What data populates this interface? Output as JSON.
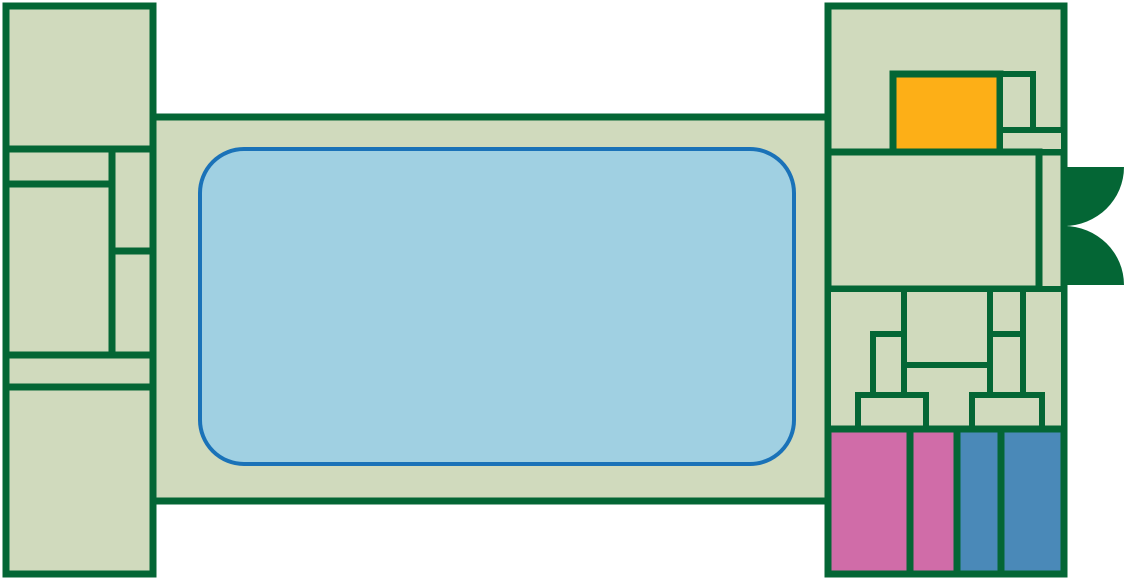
{
  "colors": {
    "wall": "#046635",
    "floor": "#d0dabd",
    "pool_water": "#a0d0e2",
    "pool_edge": "#1a72b8",
    "orange_room": "#fdaf17",
    "pink_room": "#d06ca8",
    "blue_room": "#4a89b8",
    "background": "#ffffff"
  },
  "plan": {
    "left_wing": {
      "rooms": [
        "floor",
        "floor",
        "floor",
        "floor",
        "floor",
        "floor",
        "floor"
      ]
    },
    "center_hall": {
      "feature": "pool"
    },
    "right_wing": {
      "highlighted_rooms": [
        {
          "kind": "orange_room"
        },
        {
          "kind": "pink_room"
        },
        {
          "kind": "pink_room"
        },
        {
          "kind": "blue_room"
        },
        {
          "kind": "blue_room"
        }
      ],
      "entrance_doors": 2
    }
  }
}
